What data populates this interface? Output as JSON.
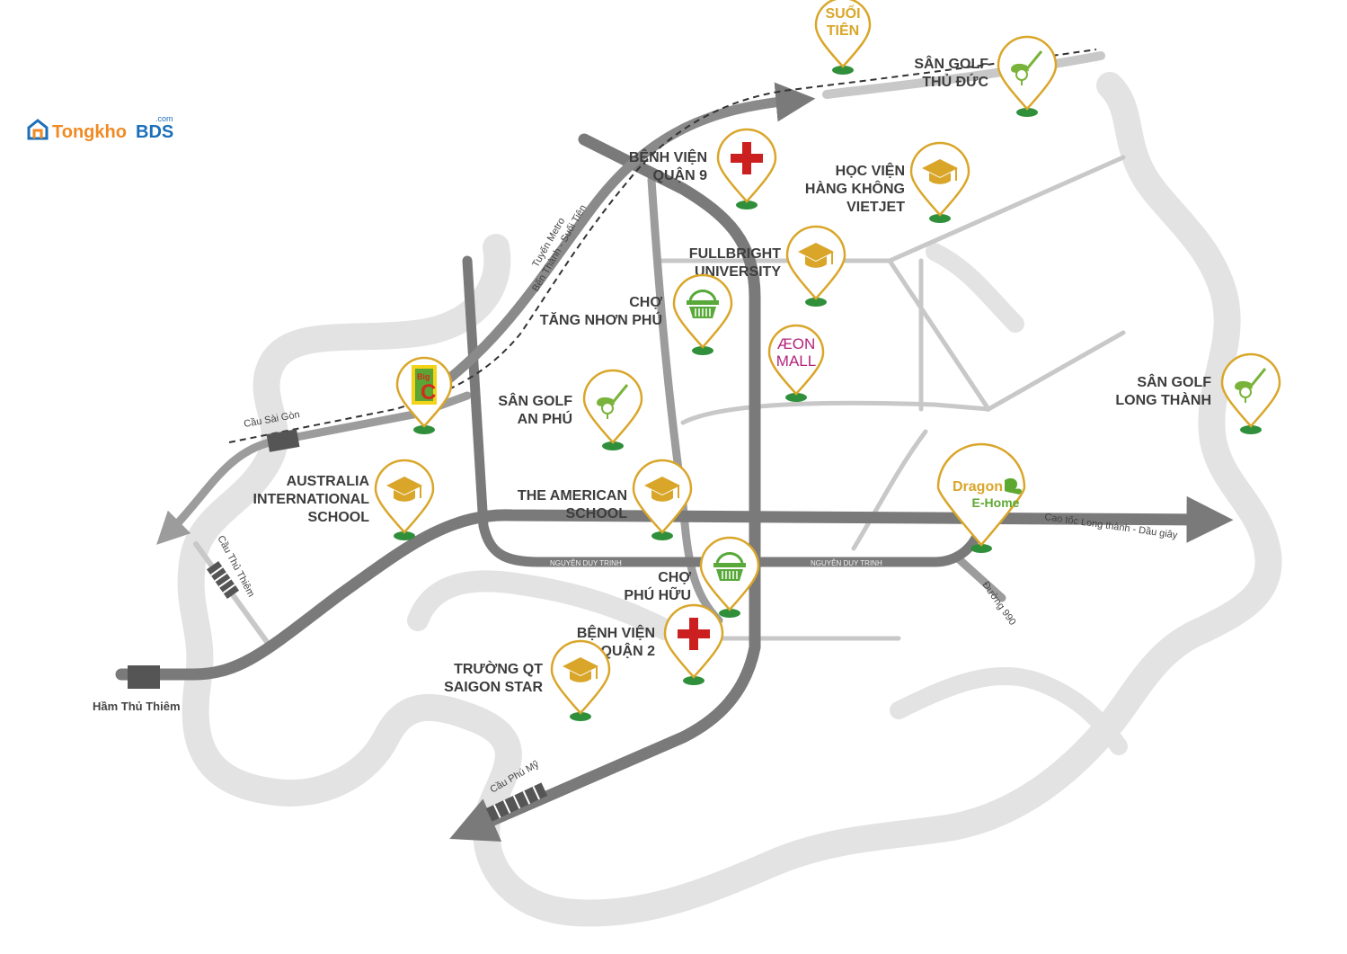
{
  "brand": {
    "logo_part1": "Tongkho",
    "logo_part2": "BDS",
    "logo_suffix": ".com",
    "color_primary": "#f08a24",
    "color_secondary": "#1b6fb8"
  },
  "colors": {
    "river": "#e3e3e3",
    "road_main": "#7a7a7a",
    "road_secondary": "#9c9c9c",
    "road_minor": "#c8c8c8",
    "pin_border": "#d9a62a",
    "pin_base": "#2f8f3a",
    "school_icon": "#d9a62a",
    "hospital_icon": "#cc1f1f",
    "market_icon": "#58a83a",
    "golf_icon": "#7ab33b",
    "aeon": "#b4237a",
    "dragon_green": "#5ea832",
    "dragon_orange": "#d9a62a"
  },
  "pois": [
    {
      "id": "suoi-tien",
      "icon": "text-pin",
      "pin_text": [
        "SUỐI",
        "TIÊN"
      ],
      "lines": []
    },
    {
      "id": "golf-thu-duc",
      "icon": "golf-icon",
      "lines": [
        "SÂN GOLF",
        "THỦ ĐỨC"
      ]
    },
    {
      "id": "benh-vien-q9",
      "icon": "hospital-icon",
      "lines": [
        "BỆNH VIỆN",
        "QUẬN 9"
      ]
    },
    {
      "id": "hoc-vien-vietjet",
      "icon": "graduation-cap-icon",
      "lines": [
        "HỌC VIỆN",
        "HÀNG KHÔNG",
        "VIETJET"
      ]
    },
    {
      "id": "fullbright",
      "icon": "graduation-cap-icon",
      "lines": [
        "FULLBRIGHT",
        "UNIVERSITY"
      ]
    },
    {
      "id": "cho-tang-nhon-phu",
      "icon": "basket-icon",
      "lines": [
        "CHỢ",
        "TĂNG NHƠN PHÚ"
      ]
    },
    {
      "id": "aeon-mall",
      "icon": "aeon-mall-logo",
      "pin_text": [
        "ÆON",
        "MALL"
      ],
      "lines": []
    },
    {
      "id": "big-c",
      "icon": "big-c-logo",
      "pin_text": [
        "Big",
        "C"
      ],
      "lines": []
    },
    {
      "id": "golf-an-phu",
      "icon": "golf-icon",
      "lines": [
        "SÂN GOLF",
        "AN PHÚ"
      ]
    },
    {
      "id": "golf-long-thanh",
      "icon": "golf-icon",
      "lines": [
        "SÂN GOLF",
        "LONG THÀNH"
      ]
    },
    {
      "id": "dragon-ehome",
      "icon": "dragon-ehome-logo",
      "pin_text": [
        "Dragon",
        "E-Home"
      ],
      "lines": []
    },
    {
      "id": "australia-school",
      "icon": "graduation-cap-icon",
      "lines": [
        "AUSTRALIA",
        "INTERNATIONAL",
        "SCHOOL"
      ]
    },
    {
      "id": "american-school",
      "icon": "graduation-cap-icon",
      "lines": [
        "THE AMERICAN",
        "SCHOOL"
      ]
    },
    {
      "id": "cho-phu-huu",
      "icon": "basket-icon",
      "lines": [
        "CHỢ",
        "PHÚ HỮU"
      ]
    },
    {
      "id": "benh-vien-q2",
      "icon": "hospital-icon",
      "lines": [
        "BỆNH VIỆN",
        "QUẬN 2"
      ]
    },
    {
      "id": "saigon-star",
      "icon": "graduation-cap-icon",
      "lines": [
        "TRƯỜNG QT",
        "SAIGON STAR"
      ]
    }
  ],
  "road_labels": {
    "metro_line1": "Tuyến Metro",
    "metro_line2": "Bến Thành - Suối Tiên",
    "cau_sai_gon": "Cầu Sài Gòn",
    "cau_thu_thiem": "Cầu Thủ Thiêm",
    "ham_thu_thiem": "Hầm Thủ Thiêm",
    "nguyen_duy_trinh_1": "NGUYỄN DUY TRINH",
    "nguyen_duy_trinh_2": "NGUYỄN DUY TRINH",
    "cao_toc": "Cao tốc Long thành - Dầu giây",
    "duong_990": "Đường 990",
    "cau_phu_my": "Cầu Phú Mỹ"
  }
}
